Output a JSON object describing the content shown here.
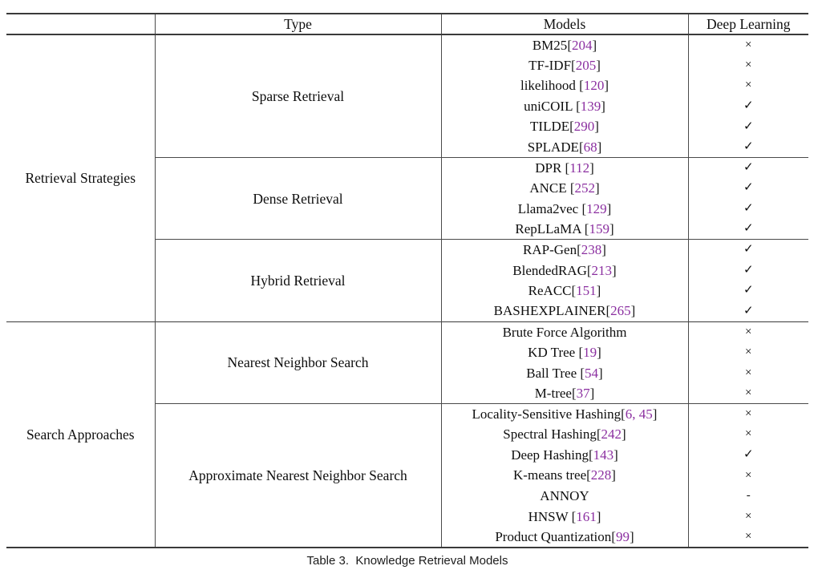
{
  "caption": "Table 3.  Knowledge Retrieval Models",
  "colors": {
    "citation": "#8B2FA0",
    "rule": "#3a3a3a"
  },
  "symbols": {
    "deep_learning_yes": "✓",
    "deep_learning_no": "×",
    "deep_learning_none": "-"
  },
  "table": {
    "columns": [
      "",
      "Type",
      "Models",
      "Deep Learning"
    ],
    "cite_open": "[",
    "cite_close": "]",
    "groups": [
      {
        "name": "Retrieval Strategies",
        "types": [
          {
            "name": "Sparse Retrieval",
            "models": [
              {
                "name": "BM25",
                "cite": "204",
                "dl": "×"
              },
              {
                "name": "TF-IDF",
                "cite": "205",
                "dl": "×"
              },
              {
                "name": "likelihood ",
                "cite": "120",
                "dl": "×"
              },
              {
                "name": "uniCOIL ",
                "cite": "139",
                "dl": "✓"
              },
              {
                "name": "TILDE",
                "cite": "290",
                "dl": "✓"
              },
              {
                "name": "SPLADE",
                "cite": "68",
                "dl": "✓"
              }
            ]
          },
          {
            "name": "Dense Retrieval",
            "models": [
              {
                "name": "DPR ",
                "cite": "112",
                "dl": "✓"
              },
              {
                "name": "ANCE ",
                "cite": "252",
                "dl": "✓"
              },
              {
                "name": "Llama2vec ",
                "cite": "129",
                "dl": "✓"
              },
              {
                "name": "RepLLaMA ",
                "cite": "159",
                "dl": "✓"
              }
            ]
          },
          {
            "name": "Hybrid Retrieval",
            "models": [
              {
                "name": "RAP-Gen",
                "cite": "238",
                "dl": "✓"
              },
              {
                "name": "BlendedRAG",
                "cite": "213",
                "dl": "✓"
              },
              {
                "name": "ReACC",
                "cite": "151",
                "dl": "✓"
              },
              {
                "name": "BASHEXPLAINER",
                "cite": "265",
                "dl": "✓"
              }
            ]
          }
        ]
      },
      {
        "name": "Search Approaches",
        "types": [
          {
            "name": "Nearest Neighbor Search",
            "models": [
              {
                "name": "Brute Force Algorithm",
                "dl": "×"
              },
              {
                "name": "KD Tree ",
                "cite": "19",
                "dl": "×"
              },
              {
                "name": "Ball Tree ",
                "cite": "54",
                "dl": "×"
              },
              {
                "name": "M-tree",
                "cite": "37",
                "dl": "×"
              }
            ]
          },
          {
            "name": "Approximate Nearest Neighbor Search",
            "models": [
              {
                "name": "Locality-Sensitive Hashing",
                "cite": "6, 45",
                "dl": "×"
              },
              {
                "name": "Spectral Hashing",
                "cite": "242",
                "dl": "×"
              },
              {
                "name": "Deep Hashing",
                "cite": "143",
                "dl": "✓"
              },
              {
                "name": "K-means tree",
                "cite": "228",
                "dl": "×"
              },
              {
                "name": "ANNOY",
                "dl": "-"
              },
              {
                "name": "HNSW ",
                "cite": "161",
                "dl": "×"
              },
              {
                "name": "Product Quantization",
                "cite": "99",
                "dl": "×"
              }
            ]
          }
        ]
      }
    ]
  }
}
